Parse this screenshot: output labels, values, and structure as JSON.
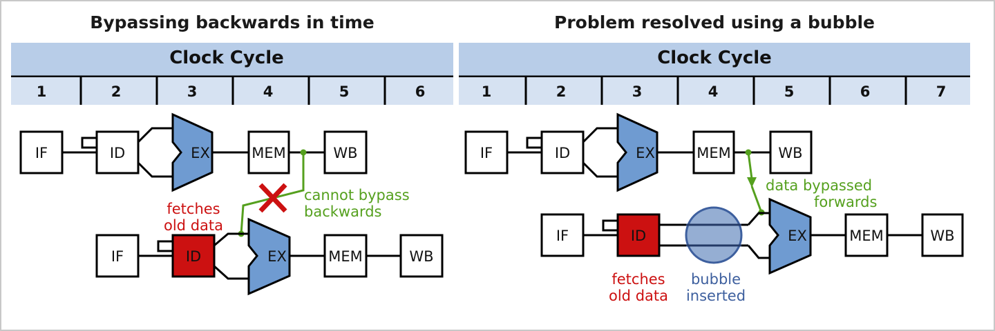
{
  "colors": {
    "band": "#b8cde8",
    "alu": "#6f9bd1",
    "hazard": "#cc1111",
    "bypass": "#55a01e",
    "bubble": "#3d5f9e"
  },
  "left": {
    "title": "Bypassing backwards in time",
    "clock_header": "Clock Cycle",
    "cycles": [
      "1",
      "2",
      "3",
      "4",
      "5",
      "6"
    ],
    "stages": {
      "if": "IF",
      "id": "ID",
      "ex": "EX",
      "mem": "MEM",
      "wb": "WB"
    },
    "fetch_label_1": "fetches",
    "fetch_label_2": "old data",
    "bypass_label_1": "cannot bypass",
    "bypass_label_2": "backwards"
  },
  "right": {
    "title": "Problem resolved using a bubble",
    "clock_header": "Clock Cycle",
    "cycles": [
      "1",
      "2",
      "3",
      "4",
      "5",
      "6",
      "7"
    ],
    "stages": {
      "if": "IF",
      "id": "ID",
      "ex": "EX",
      "mem": "MEM",
      "wb": "WB"
    },
    "bypass_label_1": "data bypassed",
    "bypass_label_2": "forwards",
    "fetch_label_1": "fetches",
    "fetch_label_2": "old data",
    "bubble_label_1": "bubble",
    "bubble_label_2": "inserted"
  }
}
